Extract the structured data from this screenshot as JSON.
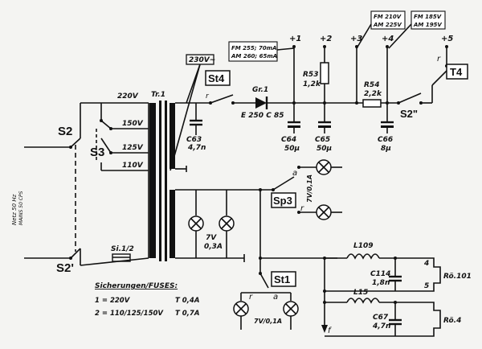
{
  "voltage_box": "230V~",
  "switches": {
    "s2": "S2",
    "s3": "S3",
    "s2p": "S2'",
    "st4": "St4",
    "t4": "T4",
    "sp3": "Sp3",
    "st1": "St1",
    "s2pp": "S2\""
  },
  "transformer": "Tr.1",
  "taps": {
    "t220": "220V",
    "t150": "150V",
    "t125": "125V",
    "t110": "110V"
  },
  "rectifier": {
    "name": "Gr.1",
    "type": "E 250 C 85"
  },
  "tp_r": "r",
  "capacitors": {
    "c63": "C63",
    "c63v": "4,7n",
    "c64": "C64",
    "c64v": "50µ",
    "c65": "C65",
    "c65v": "50µ",
    "c66": "C66",
    "c66v": "8µ",
    "c114": "C114",
    "c114v": "1,8n",
    "c67": "C67",
    "c67v": "4,7n"
  },
  "resistors": {
    "r53": "R53",
    "r53v": "1,2k",
    "r54": "R54",
    "r54v": "2,2k"
  },
  "rails": {
    "p1": "+1",
    "p2": "+2",
    "p3": "+3",
    "p4": "+4",
    "p5": "+5"
  },
  "voltage_notes": {
    "n1a": "FM 255; 70mA",
    "n1b": "AM 260; 65mA",
    "n3a": "FM 210V",
    "n3b": "AM 225V",
    "n4a": "FM 185V",
    "n4b": "AM 195V"
  },
  "fuse": "Si.1/2",
  "mains": {
    "l1": "Netz 50 Hz",
    "l2": "MAINS 50 CPS"
  },
  "lamps": {
    "main": "7V",
    "main2": "0,3A",
    "sp": "7V/0,1A",
    "st": "7V/0,1A"
  },
  "inductors": {
    "l109": "L109",
    "l15": "L15"
  },
  "tubes": {
    "r101": "Rö.101",
    "r4": "Rö.4"
  },
  "pins": {
    "p4": "4",
    "p5": "5",
    "a1": "a",
    "r1": "r",
    "a2": "a",
    "r2": "r",
    "f": "f"
  },
  "fuses_table": {
    "title": "Sicherungen/FUSES:",
    "rows": [
      {
        "n": "1 = 220V",
        "v": "T 0,4A"
      },
      {
        "n": "2 = 110/125/150V",
        "v": "T 0,7A"
      }
    ]
  }
}
